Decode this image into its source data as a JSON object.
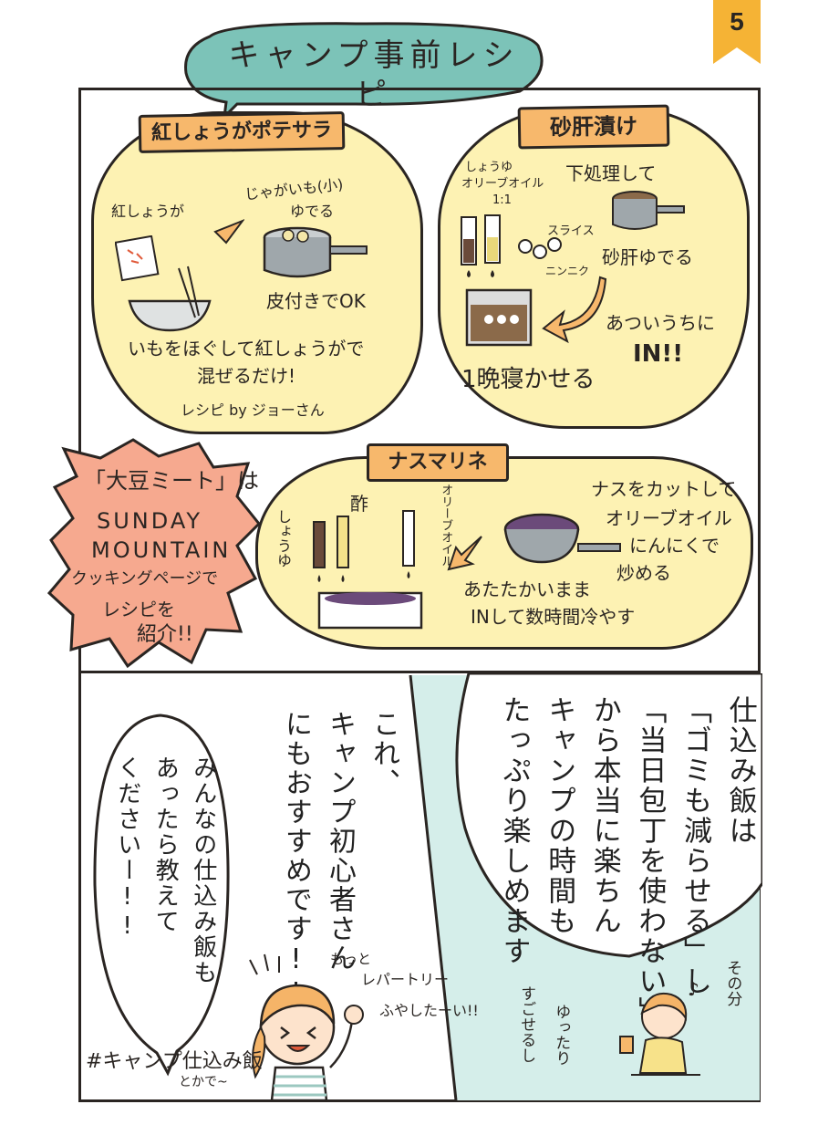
{
  "page_number": "5",
  "title": "キャンプ事前レシピ",
  "recipes": [
    {
      "name": "紅しょうがポテサラ",
      "steps": [
        "紅しょうが",
        "じゃがいも(小)",
        "ゆでる",
        "皮付きでOK",
        "いもをほぐして紅しょうがで",
        "混ぜるだけ!"
      ],
      "credit": "レシピ by ジョーさん"
    },
    {
      "name": "砂肝漬け",
      "steps": [
        "しょうゆ",
        "オリーブオイル",
        "1:1",
        "スライス",
        "ニンニク",
        "下処理して",
        "砂肝ゆでる",
        "あついうちに",
        "IN!!",
        "1晩寝かせる"
      ]
    },
    {
      "name": "ナスマリネ",
      "steps": [
        "しょうゆ",
        "酢",
        "オリーブオイル",
        "ナスをカットして",
        "オリーブオイル",
        "にんにくで",
        "炒める",
        "あたたかいまま",
        "INして数時間冷やす"
      ]
    }
  ],
  "callout": [
    "「大豆ミート」は",
    "SUNDAY",
    "MOUNTAIN",
    "クッキングページで",
    "レシピを",
    "紹介!!"
  ],
  "right_balloon": [
    "仕込み飯は",
    "「ゴミも減らせる」し",
    "「当日包丁を使わない」",
    "から本当に楽ちん",
    "キャンプの時間も",
    "たっぷり楽しめます"
  ],
  "right_asides": [
    "その分",
    "ゆったり",
    "すごせるし"
  ],
  "middle_text": [
    "これ、",
    "キャンプ初心者さん",
    "にもおすすめです!!"
  ],
  "left_balloon": [
    "みんなの仕込み飯も",
    "あったら教えて",
    "くださいー!!"
  ],
  "girl_shout": [
    "もっと",
    "レパートリー",
    "ふやしたーい!!"
  ],
  "hashtag": [
    "#キャンプ仕込み飯",
    "とかで~"
  ],
  "colors": {
    "teal": "#7cc3b8",
    "light_teal": "#d5eeea",
    "yellow": "#fdf2b3",
    "orange": "#f7b86c",
    "salmon": "#f6a98f",
    "badge": "#f5b335"
  }
}
